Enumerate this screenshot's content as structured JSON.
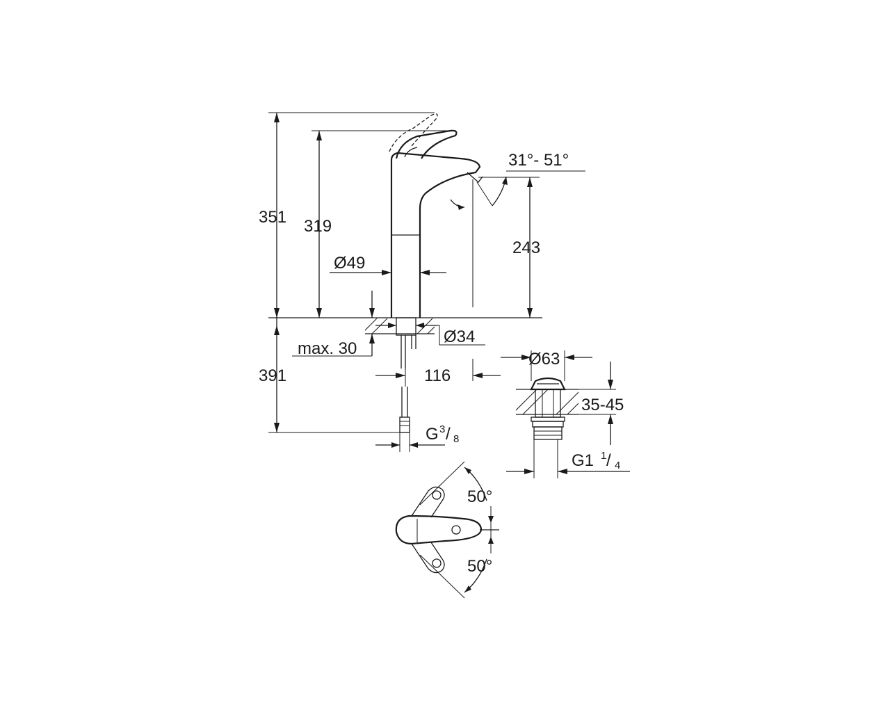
{
  "dimensions": {
    "total_height": "351",
    "handle_height": "319",
    "spout_height": "243",
    "body_diameter": "Ø49",
    "below_counter": "391",
    "max_thickness": "max. 30",
    "hole_diameter": "Ø34",
    "spout_reach": "116",
    "spout_angle": "31°- 51°",
    "connection_prefix": "G",
    "connection_num": "3",
    "connection_den": "8",
    "waste_diameter": "Ø63",
    "waste_range": "35-45",
    "waste_thread_prefix": "G1",
    "waste_thread_num": "1",
    "waste_thread_den": "4",
    "handle_angle_top": "50°",
    "handle_angle_bottom": "50°"
  }
}
